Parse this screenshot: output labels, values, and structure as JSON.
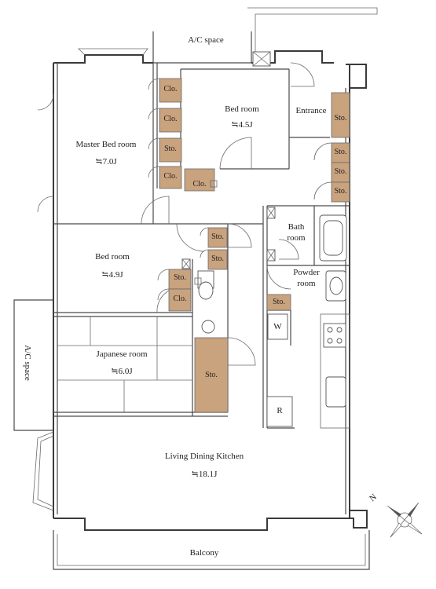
{
  "rooms": {
    "master_bed": {
      "name": "Master Bed room",
      "size": "≒7.0J"
    },
    "bed_north": {
      "name": "Bed room",
      "size": "≒4.5J"
    },
    "bed_middle": {
      "name": "Bed room",
      "size": "≒4.9J"
    },
    "japanese": {
      "name": "Japanese room",
      "size": "≒6.0J"
    },
    "ldk": {
      "name": "Living Dining Kitchen",
      "size": "≒18.1J"
    },
    "entrance": {
      "name": "Entrance"
    },
    "bath": {
      "name": "Bath room"
    },
    "powder": {
      "name": "Powder room"
    },
    "balcony": {
      "name": "Balcony"
    },
    "ac_top": {
      "name": "A/C space"
    },
    "ac_left": {
      "name": "A/C space"
    }
  },
  "storage_labels": {
    "clo": "Clo.",
    "sto": "Sto."
  },
  "appliances": {
    "washer": "W",
    "fridge": "R"
  },
  "compass": {
    "north": "N"
  },
  "colors": {
    "storage": "#c9a27e",
    "walls": "#4a4a4a"
  }
}
